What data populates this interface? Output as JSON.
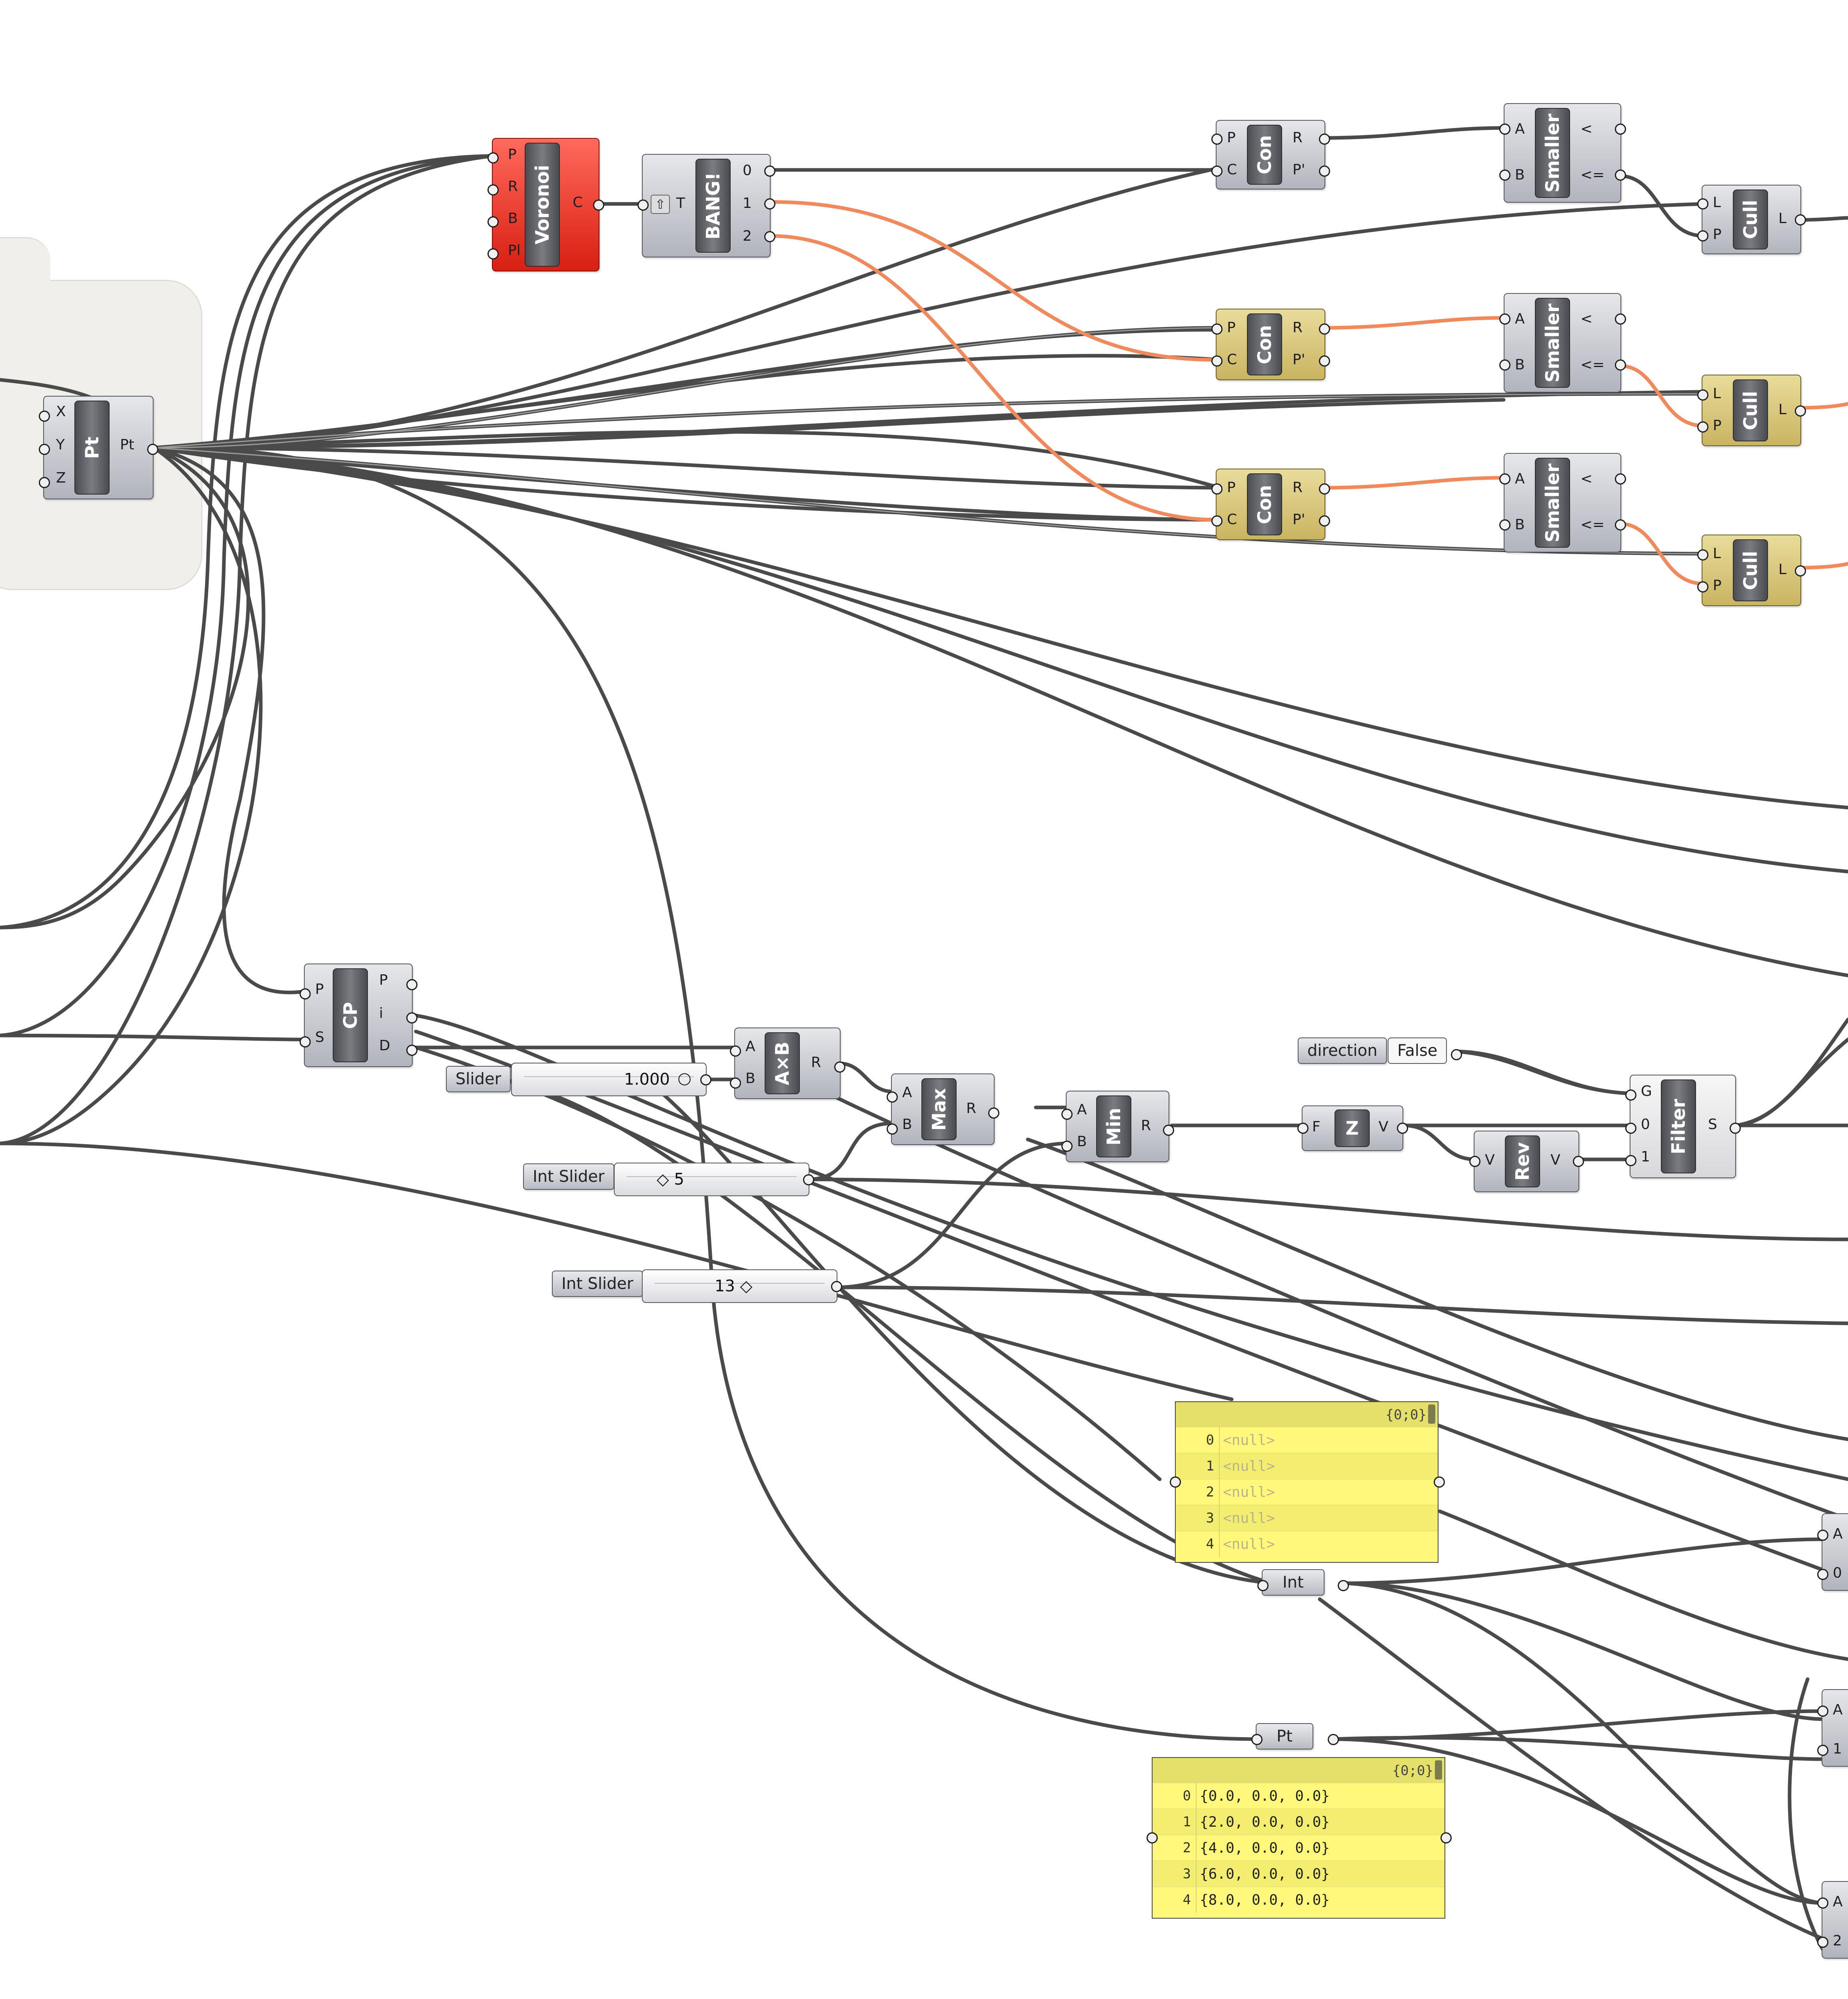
{
  "canvas": {
    "background": "#ffffff",
    "wire_color": "#4a4a4a",
    "selected_wire_color": "#f08a5d"
  },
  "components": {
    "voronoi": {
      "name": "Voronoi",
      "inputs": [
        "P",
        "R",
        "B",
        "Pl"
      ],
      "outputs": [
        "C"
      ],
      "state": "error"
    },
    "bang": {
      "name": "BANG!",
      "inputs": [
        "T"
      ],
      "outputs": [
        "0",
        "1",
        "2"
      ]
    },
    "con1": {
      "name": "Con",
      "inputs": [
        "P",
        "C"
      ],
      "outputs": [
        "R",
        "P'"
      ]
    },
    "con2": {
      "name": "Con",
      "inputs": [
        "P",
        "C"
      ],
      "outputs": [
        "R",
        "P'"
      ]
    },
    "con3": {
      "name": "Con",
      "inputs": [
        "P",
        "C"
      ],
      "outputs": [
        "R",
        "P'"
      ]
    },
    "smaller1": {
      "name": "Smaller",
      "inputs": [
        "A",
        "B"
      ],
      "outputs": [
        "<",
        "<="
      ]
    },
    "smaller2": {
      "name": "Smaller",
      "inputs": [
        "A",
        "B"
      ],
      "outputs": [
        "<",
        "<="
      ]
    },
    "smaller3": {
      "name": "Smaller",
      "inputs": [
        "A",
        "B"
      ],
      "outputs": [
        "<",
        "<="
      ]
    },
    "cull1": {
      "name": "Cull",
      "inputs": [
        "L",
        "P"
      ],
      "outputs": [
        "L"
      ]
    },
    "cull2": {
      "name": "Cull",
      "inputs": [
        "L",
        "P"
      ],
      "outputs": [
        "L"
      ]
    },
    "cull3": {
      "name": "Cull",
      "inputs": [
        "L",
        "P"
      ],
      "outputs": [
        "L"
      ]
    },
    "pt": {
      "name": "Pt",
      "inputs": [
        "X",
        "Y",
        "Z"
      ],
      "outputs": [
        "Pt"
      ]
    },
    "cp": {
      "name": "CP",
      "inputs": [
        "P",
        "S"
      ],
      "outputs": [
        "P",
        "i",
        "D"
      ]
    },
    "axb": {
      "name": "A×B",
      "inputs": [
        "A",
        "B"
      ],
      "outputs": [
        "R"
      ]
    },
    "max": {
      "name": "Max",
      "inputs": [
        "A",
        "B"
      ],
      "outputs": [
        "R"
      ]
    },
    "min": {
      "name": "Min",
      "inputs": [
        "A",
        "B"
      ],
      "outputs": [
        "R"
      ]
    },
    "z": {
      "name": "Z",
      "inputs": [
        "F"
      ],
      "outputs": [
        "V"
      ]
    },
    "rev": {
      "name": "Rev",
      "inputs": [
        "V"
      ],
      "outputs": [
        "V"
      ]
    },
    "filter": {
      "name": "Filter",
      "inputs": [
        "G",
        "0",
        "1"
      ],
      "outputs": [
        "S"
      ]
    }
  },
  "toggle": {
    "label": "direction",
    "value": "False"
  },
  "sliders": [
    {
      "label": "Slider",
      "value": "1.000",
      "marker": "○"
    },
    {
      "label": "Int Slider",
      "value": "◇ 5"
    },
    {
      "label": "Int Slider",
      "value": "13 ◇"
    }
  ],
  "params": {
    "int": "Int",
    "pt": "Pt"
  },
  "panels": [
    {
      "path": "{0;0}",
      "rows": [
        {
          "index": "0",
          "value": "<null>"
        },
        {
          "index": "1",
          "value": "<null>"
        },
        {
          "index": "2",
          "value": "<null>"
        },
        {
          "index": "3",
          "value": "<null>"
        },
        {
          "index": "4",
          "value": "<null>"
        }
      ]
    },
    {
      "path": "{0;0}",
      "rows": [
        {
          "index": "0",
          "value": "{0.0, 0.0, 0.0}"
        },
        {
          "index": "1",
          "value": "{2.0, 0.0, 0.0}"
        },
        {
          "index": "2",
          "value": "{4.0, 0.0, 0.0}"
        },
        {
          "index": "3",
          "value": "{6.0, 0.0, 0.0}"
        },
        {
          "index": "4",
          "value": "{8.0, 0.0, 0.0}"
        }
      ]
    }
  ],
  "edge_components": [
    {
      "inputs": [
        "A",
        "0"
      ]
    },
    {
      "inputs": [
        "A",
        "1"
      ]
    },
    {
      "inputs": [
        "A",
        "2"
      ]
    }
  ]
}
